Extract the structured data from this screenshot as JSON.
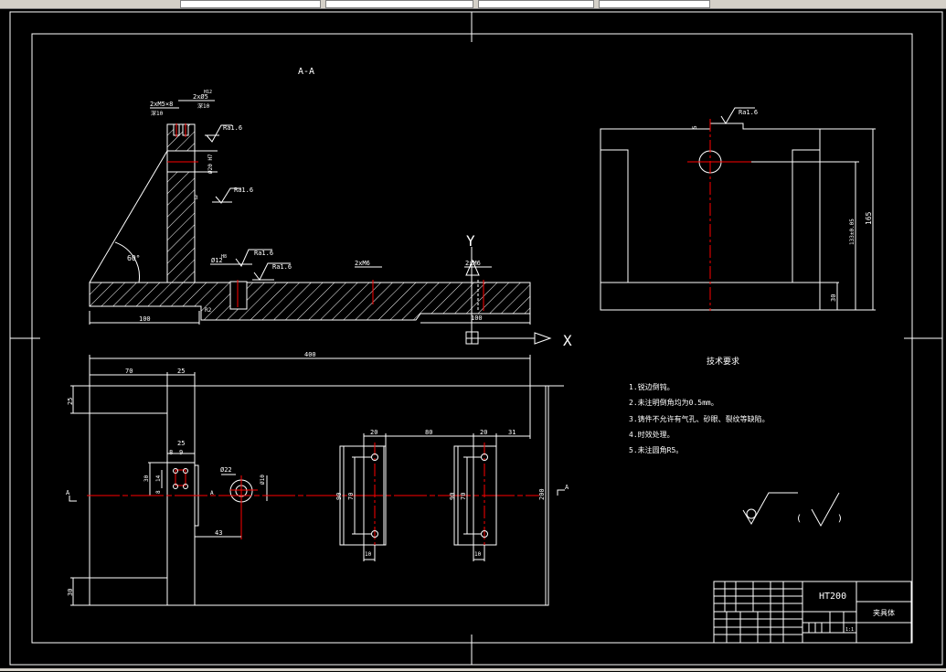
{
  "app": {
    "toolbar_fields": 4
  },
  "drawing": {
    "section_label": "A-A",
    "section_view": {
      "callouts": [
        "2xM5×8",
        "深10",
        "2xØ5",
        "H12",
        "深10"
      ],
      "roughness": [
        "Ra1.6",
        "Ra1.6",
        "Ra1.6",
        "Ra1.6",
        "Ra1.6"
      ],
      "height_dim": "Ø20 H7",
      "angle": "60°",
      "hole_dim": "Ø12",
      "hole_tol": "H8",
      "dim_100_left": "100",
      "dim_100_right": "100",
      "dim_r2": "R2",
      "thread_1": "2xM6",
      "thread_2": "2xM6",
      "dim_3": "3"
    },
    "axis": {
      "y_label": "Y",
      "x_label": "X"
    },
    "side_view": {
      "roughness": "Ra1.6",
      "dim_5": "5",
      "dim_165": "165",
      "dim_133": "133±0.05",
      "dim_30": "30"
    },
    "plan_view": {
      "dim_400": "400",
      "dim_70": "70",
      "dim_25_top": "25",
      "dim_25_left": "25",
      "dim_25_small": "25",
      "dim_8": "8",
      "dim_9": "9",
      "dim_30": "30",
      "dim_14": "14",
      "dim_8b": "8",
      "dim_phi22": "Ø22",
      "dim_43": "43",
      "dim_phi10": "Ø10",
      "dim_20a": "20",
      "dim_80": "80",
      "dim_20b": "20",
      "dim_31": "31",
      "dim_90a": "90",
      "dim_70a": "70",
      "dim_90b": "90",
      "dim_70b": "70",
      "dim_10a": "10",
      "dim_10b": "10",
      "dim_200": "200",
      "dim_30_bottom": "30",
      "section_mark_left": "A",
      "section_mark_right": "A",
      "section_mark_mid": "A"
    },
    "tech_requirements": {
      "title": "技术要求",
      "items": [
        "1.锐边倒钝。",
        "2.未注明倒角均为0.5mm。",
        "3.铸件不允许有气孔、砂眼、裂纹等缺陷。",
        "4.时效处理。",
        "5.未注圆角R5。"
      ]
    },
    "roughness_symbol": {
      "paren_open": "(",
      "paren_close": ")"
    },
    "title_block": {
      "material": "HT200",
      "part_name": "夹具体",
      "scale": "1:1"
    }
  },
  "colors": {
    "background": "#000000",
    "line": "#ffffff",
    "center": "#ff0000",
    "chrome": "#d4d0c8"
  }
}
